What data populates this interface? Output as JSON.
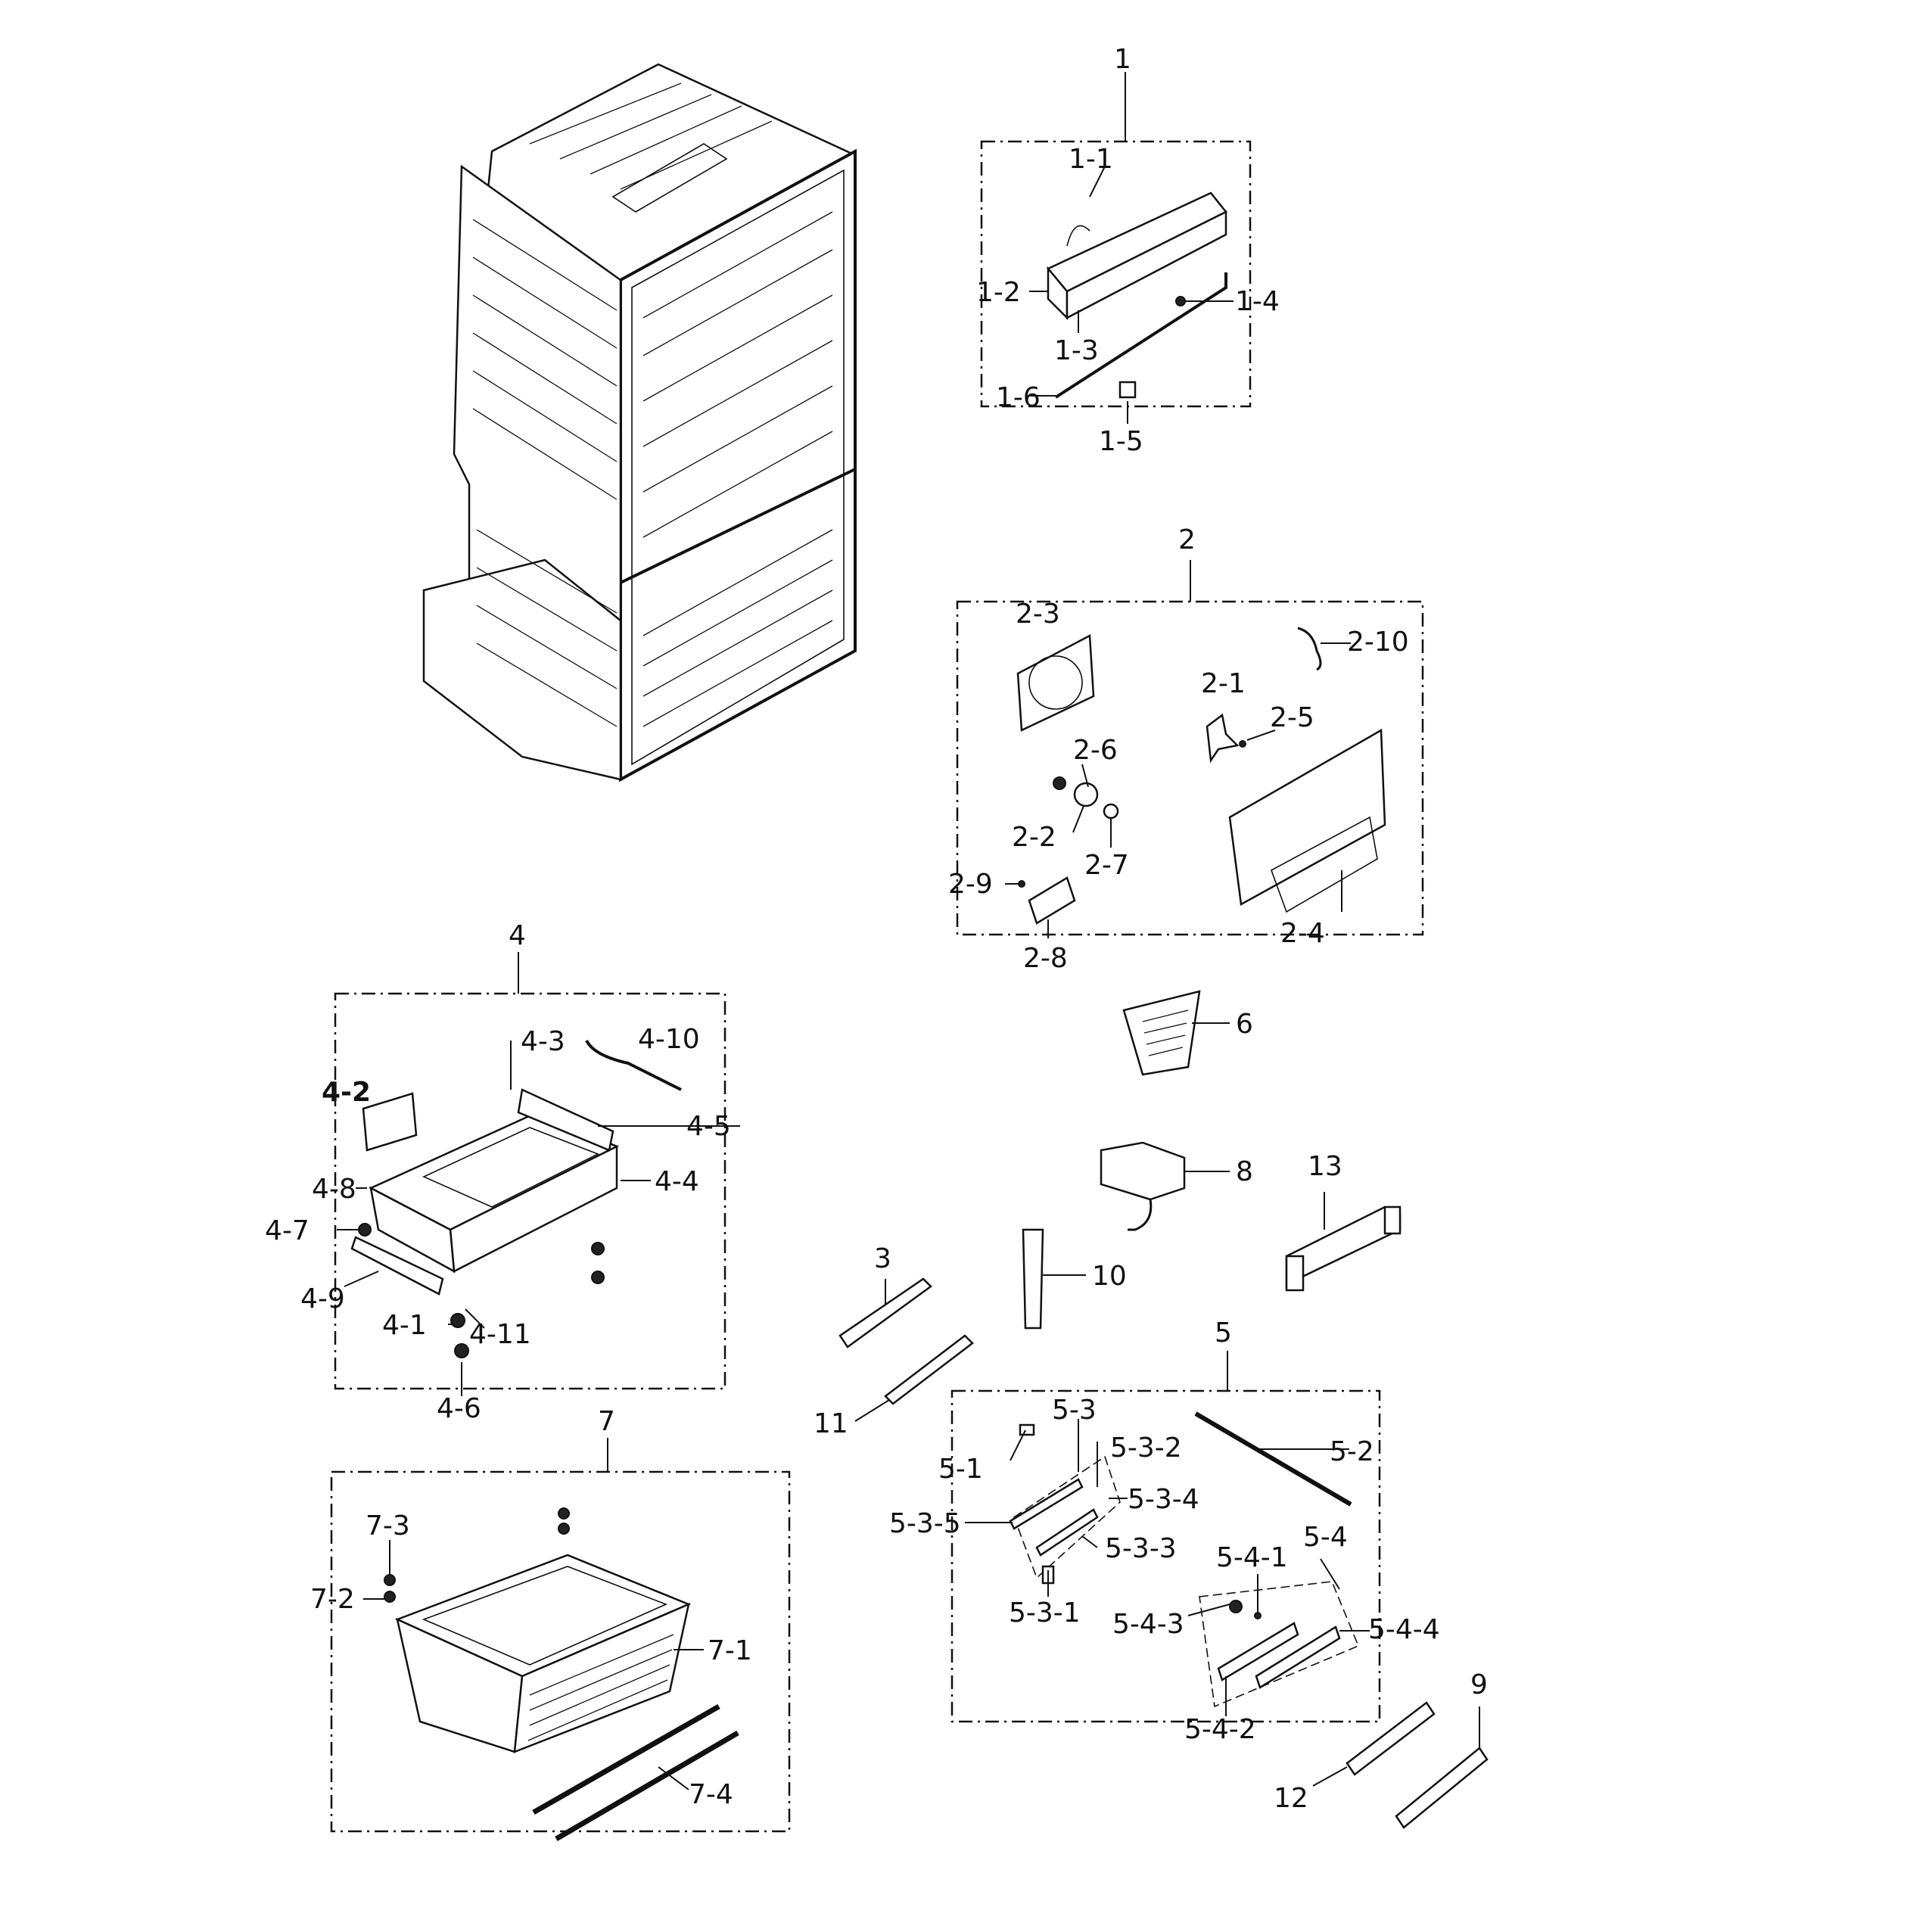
{
  "labels": {
    "l1": "1",
    "l1_1": "1-1",
    "l1_2": "1-2",
    "l1_3": "1-3",
    "l1_4": "1-4",
    "l1_5": "1-5",
    "l1_6": "1-6",
    "l2": "2",
    "l2_1": "2-1",
    "l2_2": "2-2",
    "l2_3": "2-3",
    "l2_4": "2-4",
    "l2_5": "2-5",
    "l2_6": "2-6",
    "l2_7": "2-7",
    "l2_8": "2-8",
    "l2_9": "2-9",
    "l2_10": "2-10",
    "l3": "3",
    "l4": "4",
    "l4_1": "4-1",
    "l4_2": "4-2",
    "l4_3": "4-3",
    "l4_4": "4-4",
    "l4_5": "4-5",
    "l4_6": "4-6",
    "l4_7": "4-7",
    "l4_8": "4-8",
    "l4_9": "4-9",
    "l4_10": "4-10",
    "l4_11": "4-11",
    "l5": "5",
    "l5_1": "5-1",
    "l5_2": "5-2",
    "l5_3": "5-3",
    "l5_3_1": "5-3-1",
    "l5_3_2": "5-3-2",
    "l5_3_3": "5-3-3",
    "l5_3_4": "5-3-4",
    "l5_3_5": "5-3-5",
    "l5_4": "5-4",
    "l5_4_1": "5-4-1",
    "l5_4_2": "5-4-2",
    "l5_4_3": "5-4-3",
    "l5_4_4": "5-4-4",
    "l6": "6",
    "l7": "7",
    "l7_1": "7-1",
    "l7_2": "7-2",
    "l7_3": "7-3",
    "l7_4": "7-4",
    "l8": "8",
    "l9": "9",
    "l10": "10",
    "l11": "11",
    "l12": "12",
    "l13": "13"
  }
}
